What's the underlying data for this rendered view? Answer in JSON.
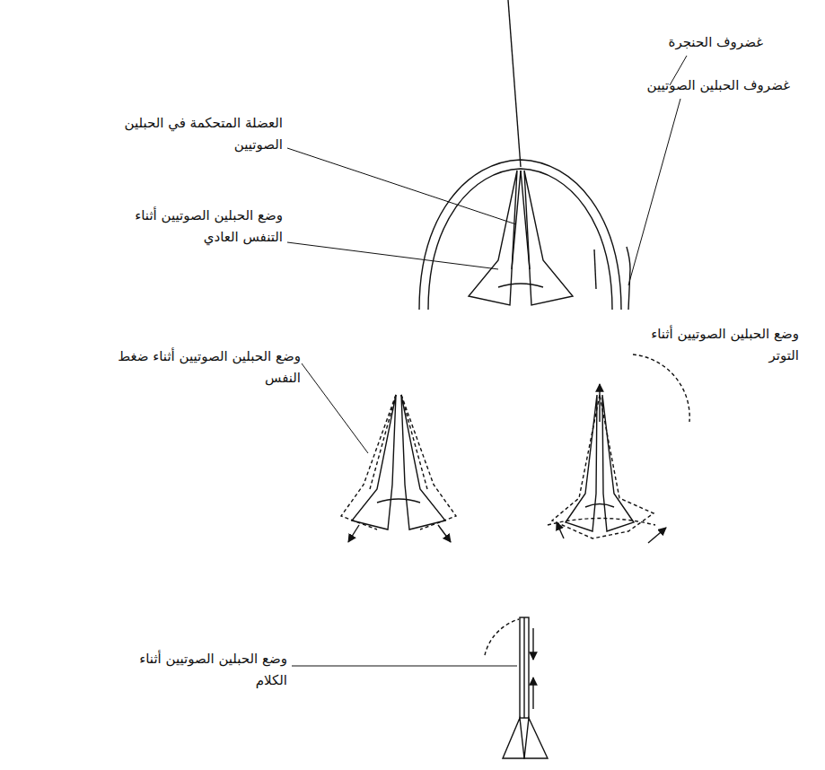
{
  "diagram": {
    "labels": [
      "غضروف الحنجرة",
      "غضروف الحبلين الصوتيين",
      "العضلة المتحكمة في الحبلين الصوتيين",
      "وضع الحبلين الصوتيين أثناء التنفس العادي",
      "وضع الحبلين الصوتيين أثناء ضغط النفس",
      "وضع الحبلين الصوتيين أثناء التوتر",
      "وضع الحبلين الصوتيين أثناء الكلام"
    ]
  }
}
